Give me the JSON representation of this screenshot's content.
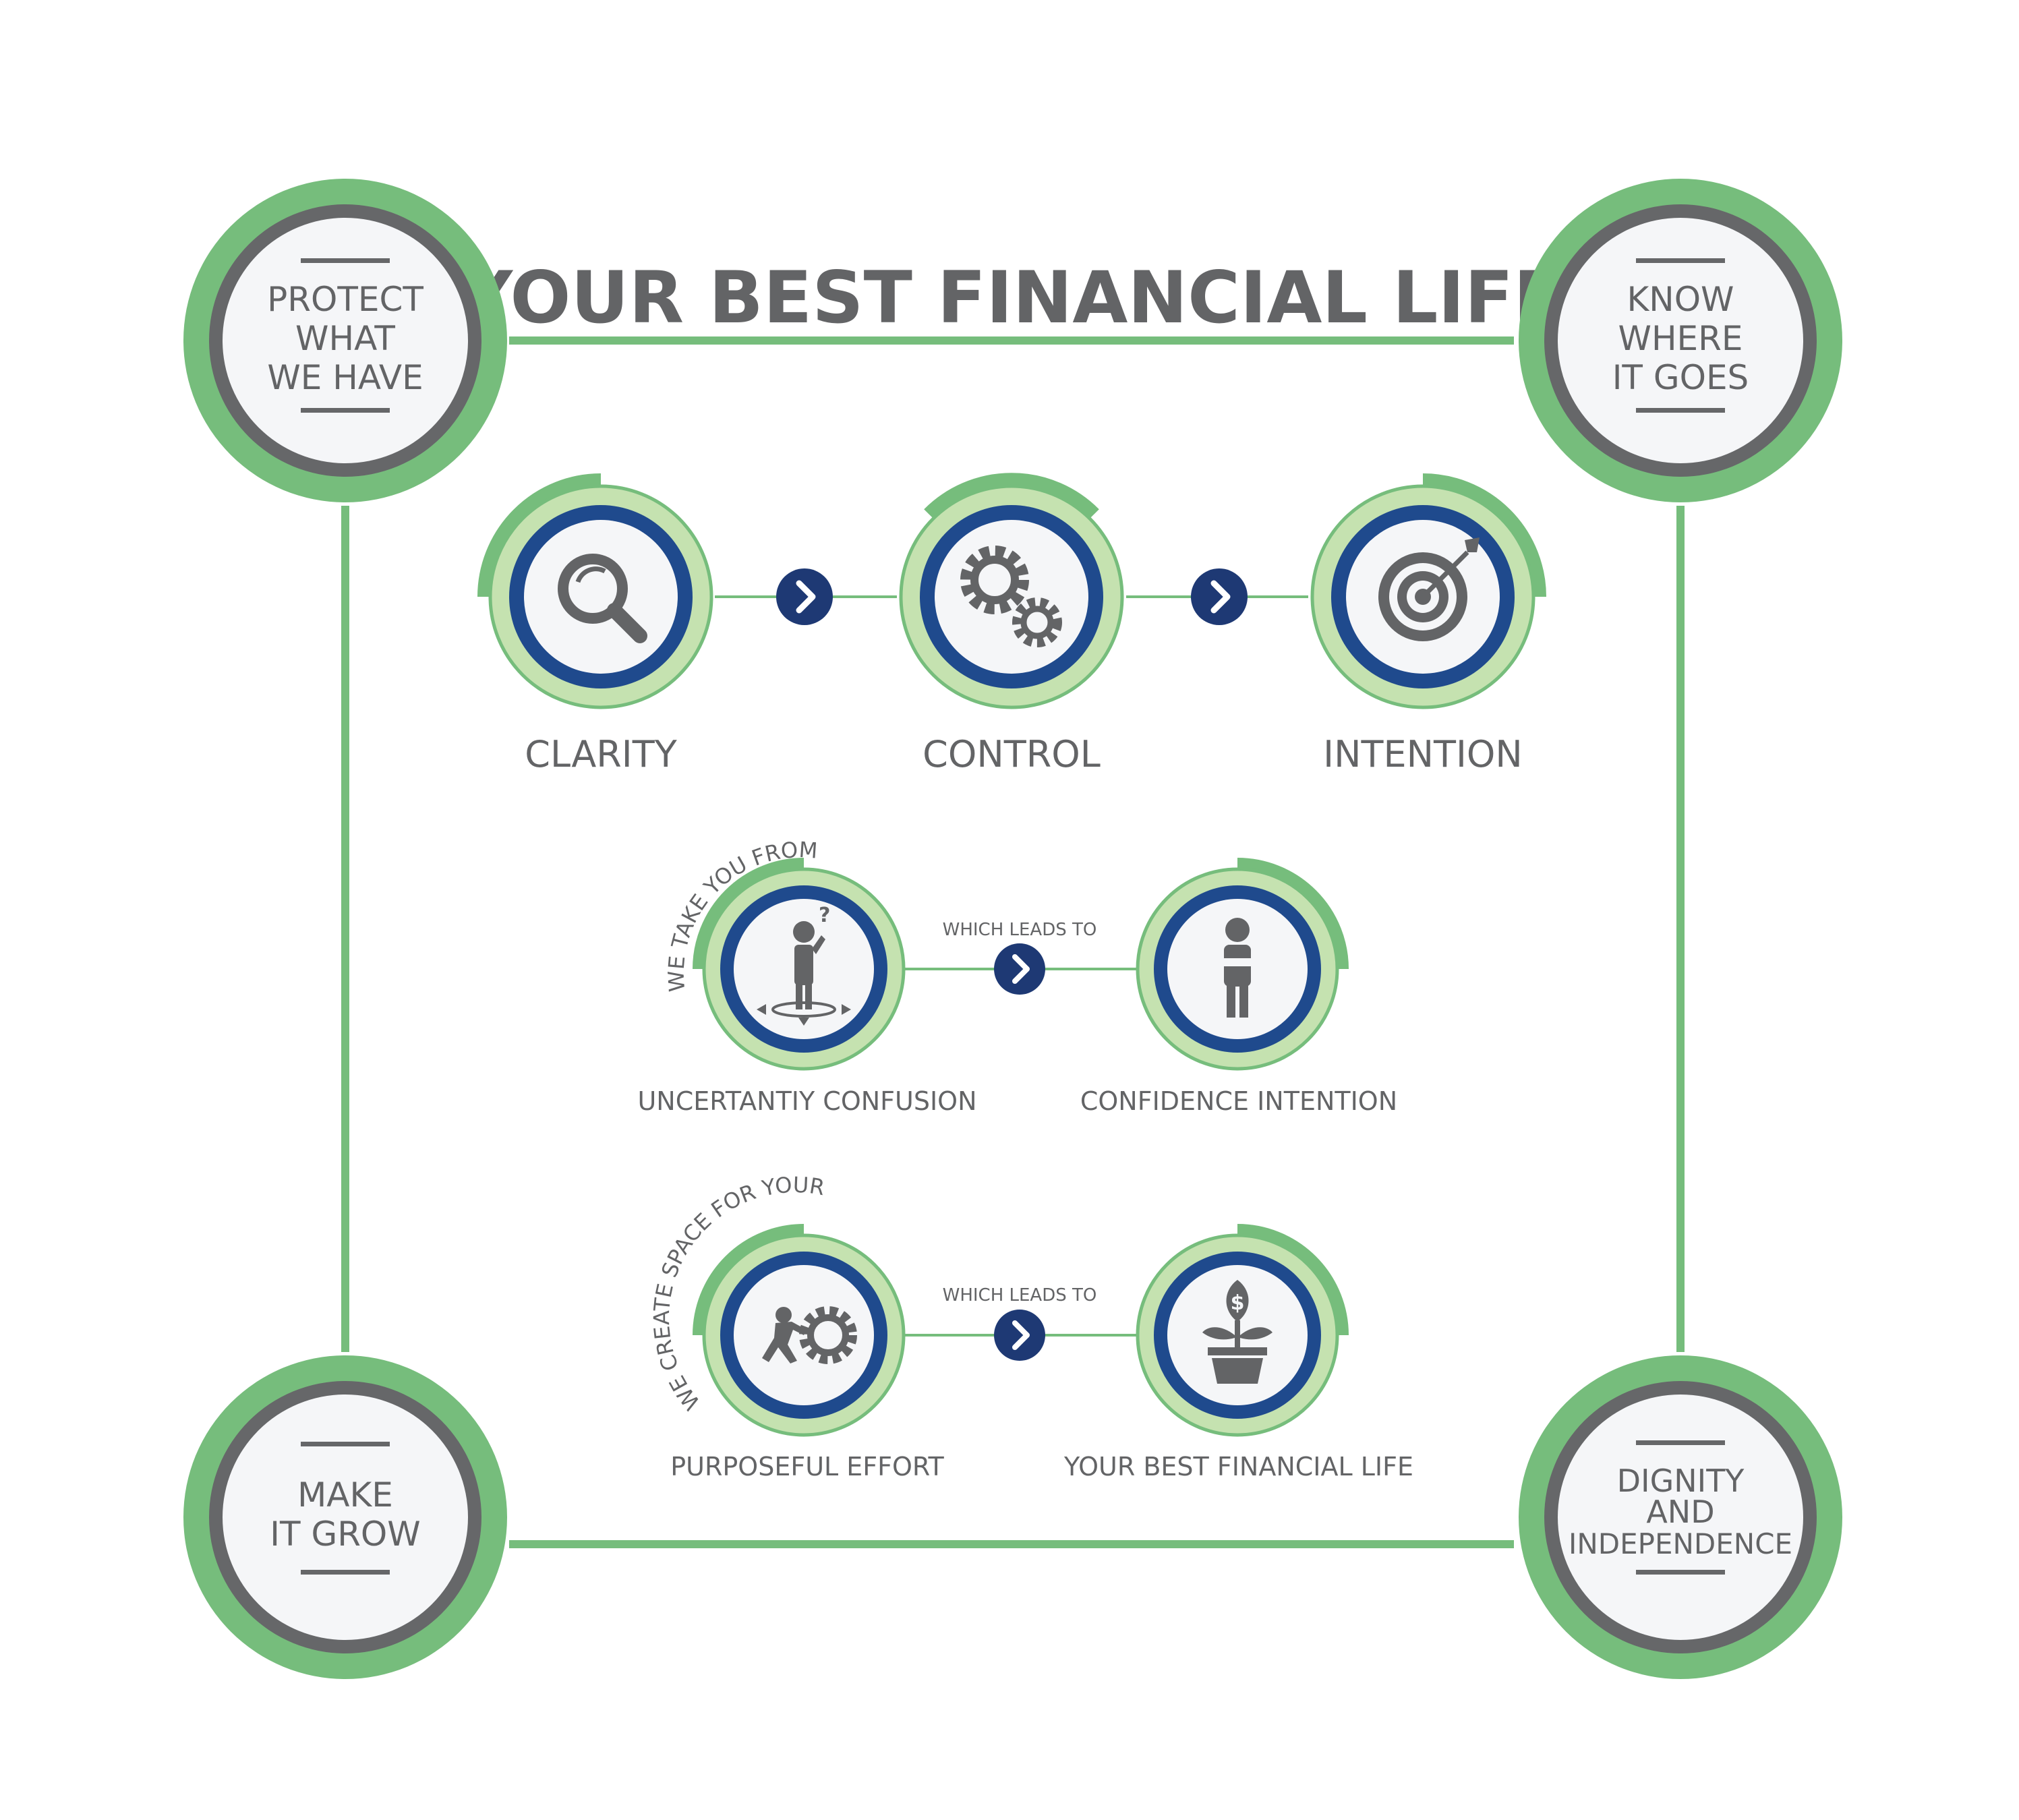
{
  "title": "YOUR BEST FINANCIAL LIFE",
  "colors": {
    "green": "#76bd7c",
    "light_green": "#c5e2b0",
    "navy": "#1f4a8d",
    "dark_navy": "#1e3974",
    "gray": "#636466",
    "circle_fill": "#f5f6f8",
    "ring_gray": "#666769"
  },
  "corners": {
    "top_left": [
      "PROTECT",
      "WHAT",
      "WE HAVE"
    ],
    "top_right": [
      "KNOW",
      "WHERE",
      "IT GOES"
    ],
    "bottom_left": [
      "MAKE",
      "IT GROW"
    ],
    "bottom_right": [
      "DIGNITY",
      "AND",
      "INDEPENDENCE"
    ]
  },
  "steps": [
    {
      "label": "CLARITY",
      "icon": "magnifier-icon"
    },
    {
      "label": "CONTROL",
      "icon": "gears-icon"
    },
    {
      "label": "INTENTION",
      "icon": "target-icon"
    }
  ],
  "row2": {
    "arc_text": "WE TAKE YOU FROM",
    "leads_to": "WHICH LEADS TO",
    "from_label": "UNCERTANTIY CONFUSION",
    "from_icon": "confused-person-icon",
    "to_label": "CONFIDENCE INTENTION",
    "to_icon": "confident-person-icon"
  },
  "row3": {
    "arc_text": "WE CREATE SPACE FOR YOUR",
    "leads_to": "WHICH LEADS TO",
    "from_label": "PURPOSEFUL EFFORT",
    "from_icon": "pushing-gear-icon",
    "to_label": "YOUR BEST FINANCIAL LIFE",
    "to_icon": "money-plant-icon"
  },
  "arrow_icon": "chevron-right-icon"
}
